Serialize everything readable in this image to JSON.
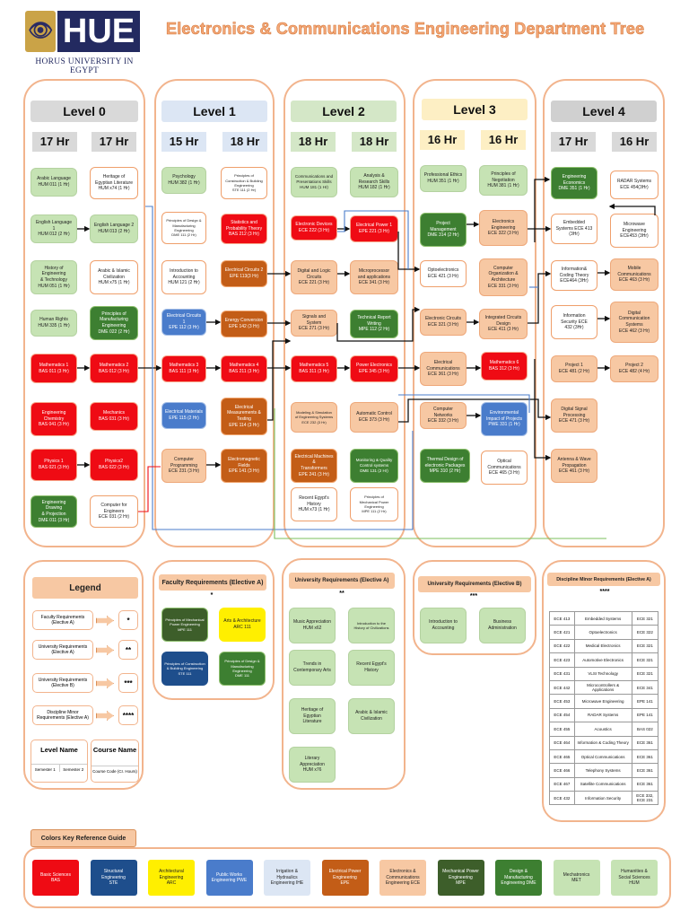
{
  "header": {
    "logo_text": "HUE",
    "logo_sub": "HORUS UNIVERSITY IN EGYPT",
    "title": "Electronics & Communications Engineering Department Tree"
  },
  "levels": [
    {
      "name": "Level 0",
      "hrs": [
        "17 Hr",
        "17 Hr"
      ]
    },
    {
      "name": "Level 1",
      "hrs": [
        "15 Hr",
        "18 Hr"
      ]
    },
    {
      "name": "Level 2",
      "hrs": [
        "18 Hr",
        "18 Hr"
      ]
    },
    {
      "name": "Level 3",
      "hrs": [
        "16 Hr",
        "16 Hr"
      ]
    },
    {
      "name": "Level 4",
      "hrs": [
        "17 Hr",
        "16 Hr"
      ]
    }
  ],
  "courses": {
    "l0a": [
      "Arabic Language\nHUM 011 (1 Hr)",
      "English Language 1\nHUM 012 (2 Hr)",
      "History of Engineering\n& Technology\nHUM 051 (1 Hr)",
      "Human Rights\nHUM 335 (1 Hr)",
      "Mathematics 1\nBAS 011 (3 Hr)",
      "Engineering\nChemistry\nBAS 041 (3 Hr)",
      "Physics 1\nBAS 021 (3 Hr)",
      "Engineering Drawing\n& Projection\nDME 011 (3 Hr)"
    ],
    "l0b": [
      "Heritage of\nEgyptian Literature\nHUM x74 (1 Hr)",
      "English Language 2\nHUM 013 (2 Hr)",
      "Arabic & Islamic\nCivilization\nHUM x75 (1 Hr)",
      "Principles of\nManufacturing\nEngineering\nDME 022 (2 Hr)",
      "Mathematics 2\nBAS 012 (3 Hr)",
      "Mechanics\nBAS 031 (3 Hr)",
      "Physics2\nBAS 022 (3 Hr)",
      "Computer for\nEngineers\nECE 031 (2 Hr)"
    ],
    "l1a": [
      "Psychology\nHUM 382 (1 Hr)",
      "Principles of Design &\nManufacturing\nEngineering\nDME 111 (2 Hr)",
      "Introduction to\nAccounting\nHUM 121 (2 Hr)",
      "Electrical Circuits 1\nEPE 112 (3 Hr)",
      "Mathematics 3\nBAS 111 (3 Hr)",
      "Electrical Materials\nEPE 115 (2 Hr)",
      "Computer\nProgramming\nECE 231 (3 Hr)"
    ],
    "l1b": [
      "Principles of\nConstruction & Building\nEngineering\nSTE 111 (2 Hr)",
      "Statistics and\nProbability Theory\nBAS 212 (3 Hr)",
      "Electrical Circuits 2\nEPE 113(3 Hr)",
      "Energy Conversion\nEPE 142 (3 Hr)",
      "Mathematics 4\nBAS 211 (3 Hr)",
      "Electrical\nMeasurements &\nTesting\nEPE 114 (3 Hr)",
      "Electromagnetic\nFields\nEPE 141 (3 Hr)"
    ],
    "l2a": [
      "Communications and\nPresentations Skills\nHUM 181 (1 Hr)",
      "Electronic Devices\nECE 222 (3 Hr)",
      "Digital and Logic\nCircuits\nECE 221 (3 Hr)",
      "Signals and System\nECE 271 (3 Hr)",
      "Mathematics 5\nBAS 311 (3 Hr)",
      "Modeling & Simulation\nof Engineering Systems\nECE 232 (3 Hr)",
      "Electrical Machines &\nTransformers\nEPE 241 (3 Hr)",
      "Recent Egypt's\nHistory\nHUM x73 (1 Hr)"
    ],
    "l2b": [
      "Analysis &\nResearch Skills\nHUM 182 (1 Hr)",
      "Electrical Power 1\nEPE 221 (3 Hr)",
      "Microprocessor\nand applications\nECE 341 (3 Hr)",
      "Technical Report\nWriting\nMPE 112 (2 Hr)",
      "Power Electronics\nEPE 345 (3 Hr)",
      "Automatic Control\nECE 373 (3 Hr)",
      "Monitoring & Quality\nControl systems\nDME 131 (2 Hr)",
      "Principles of\nMechanical Power\nEngineering\nMPE 111 (2 Hr)"
    ],
    "l3a": [
      "Professional Ethics\nHUM 351 (1 Hr)",
      "Project\nManagement\nDME 314 (2 Hr)",
      "Optoelectronics\nECE 421 (3 Hr)",
      "Electronic Circuits\nECE 321 (3 Hr)",
      "Electrical\nCommunications\nECE 361 (3 Hr)",
      "Computer Networks\nECE 332 (3 Hr)",
      "Thermal Design of\nelectronic Packages\nMPE 310 (2 Hr)"
    ],
    "l3b": [
      "Principles of\nNegotiation\nHUM 381 (1 Hr)",
      "Electronics\nEngineering\nECE 322 (3 Hr)",
      "Computer\nOrganization &\nArchitecture\nECE 331 (3 Hr)",
      "Integrated Circuits\nDesign\nECE 411 (3 Hr)",
      "Mathematics 6\nBAS 312 (3 Hr)",
      "Environmental\nImpact of Projects\nPWE 331 (1 Hr)",
      "Optical\nCommunications\nECE 465 (3 Hr)"
    ],
    "l4a": [
      "Engineering\nEconomics\nDME 351 (1 Hr)",
      "Embedded\nSystems ECE 413\n(3Hr)",
      "Information&\nCoding Theory\nECE464 (3Hr)",
      "Information\nSecurity ECE\n432 (3Hr)",
      "Project 1\nECE 481 (2 Hr)",
      "Digital Signal\nProcessing\nECE 471 (3 Hr)",
      "Antenna & Wave\nPropagation\nECE 461 (3 Hr)"
    ],
    "l4b": [
      "RADAR Systems\nECE 454(3Hr)",
      "Microwave\nEngineering\nECE453 (3Hr)",
      "Mobile\nCommunications\nECE 463 (3 Hr)",
      "Digital\nCommunication\nSystems\nECE 462 (3 Hr)",
      "Project 2\nECE 482 (4 Hr)"
    ]
  },
  "legend": {
    "title": "Legend",
    "rows": [
      [
        "Faculty Requirements\n(Elective A)",
        "*"
      ],
      [
        "University Requirements\n(Elective A)",
        "**"
      ],
      [
        "University Requirements\n(Elective B)",
        "***"
      ],
      [
        "Discipline Minor\nRequirements (Elective A)",
        "****"
      ]
    ],
    "level_name": "Level Name",
    "course_name": "Course Name",
    "sem1": "Semester 1",
    "sem2": "Semester 2",
    "course_code": "Course Code (Cr. Hours)"
  },
  "faculty": {
    "title": "Faculty Requirements (Elective A)",
    "mark": "*",
    "items": [
      "Principles of Mechanical\nPower Engineering\nMPE 111",
      "Arts & Architecture\nARC 111",
      "Principles of Construction\n& Building Engineering\nSTE 111",
      "Principles of Design &\nManufacturing\nEngineering\nDME 111"
    ]
  },
  "univA": {
    "title": "University Requirements (Elective A)",
    "mark": "**",
    "items": [
      "Music Appreciation\nHUM x62",
      "Introduction to the\nHistory of Civilizations",
      "Trends in\nContemporary Arts",
      "Recent Egypt's\nHistory",
      "Heritage of Egyptian\nLiterature",
      "Arabic & Islamic\nCivilization",
      "Literary Appreciation\nHUM x76"
    ]
  },
  "univB": {
    "title": "University Requirements (Elective B)",
    "mark": "***",
    "items": [
      "Introduction to\nAccounting",
      "Business\nAdministration"
    ]
  },
  "minor": {
    "title": "Discipline Minor Requirements (Elective A)",
    "mark": "****",
    "rows": [
      [
        "ECE 413",
        "Embedded Systems",
        "ECE 321"
      ],
      [
        "ECE 421",
        "Optoelectronics",
        "ECE 322"
      ],
      [
        "ECE 422",
        "Medical Electronics",
        "ECE 321"
      ],
      [
        "ECE 423",
        "Automotive Electronics",
        "ECE 321"
      ],
      [
        "ECE 431",
        "VLSI Technology",
        "ECE 321"
      ],
      [
        "ECE 442",
        "Microcontrollers &\nApplications",
        "ECE 341"
      ],
      [
        "ECE 453",
        "Microwave Engineering",
        "EPE 141"
      ],
      [
        "ECE 454",
        "RADAR Systems",
        "EPE 141"
      ],
      [
        "ECE 455",
        "Acoustics",
        "BAS 022"
      ],
      [
        "ECE 464",
        "Information & Coding Theory",
        "ECE 361"
      ],
      [
        "ECE 465",
        "Optical Communications",
        "ECE 361"
      ],
      [
        "ECE 466",
        "Telephony Systems",
        "ECE 361"
      ],
      [
        "ECE 467",
        "Satellite Communications",
        "ECE 361"
      ],
      [
        "ECE 432",
        "Information Security",
        "ECE 332,\nECE 231"
      ]
    ]
  },
  "colors_key": {
    "title": "Colors Key Reference Guide",
    "items": [
      {
        "label": "Basic Sciences\nBAS",
        "bg": "#ef0b14",
        "fg": "#ffffff"
      },
      {
        "label": "Structural\nEngineering\nSTE",
        "bg": "#1e4e8c",
        "fg": "#ffffff"
      },
      {
        "label": "Architectural\nEngineering\nARC",
        "bg": "#ffef00",
        "fg": "#222222"
      },
      {
        "label": "Public Works\nEngineering PWE",
        "bg": "#4a7ccb",
        "fg": "#ffffff"
      },
      {
        "label": "Irrigation &\nHydraulics\nEngineering IHE",
        "bg": "#dce6f4",
        "fg": "#222222"
      },
      {
        "label": "Electrical Power\nEngineering\nEPE",
        "bg": "#c35d17",
        "fg": "#ffffff"
      },
      {
        "label": "Electronics &\nCommunications\nEngineering ECE",
        "bg": "#f7c8a3",
        "fg": "#222222"
      },
      {
        "label": "Mechanical Power\nEngineering\nMPE",
        "bg": "#3d5e2a",
        "fg": "#ffffff"
      },
      {
        "label": "Design &\nManufacturing\nEngineering DME",
        "bg": "#3d7f31",
        "fg": "#ffffff"
      },
      {
        "label": "Mechatronics\nMET",
        "bg": "#c6e3b4",
        "fg": "#222222"
      },
      {
        "label": "Humanities &\nSocial Sciences\nHUM",
        "bg": "#c6e3b4",
        "fg": "#222222"
      }
    ]
  }
}
